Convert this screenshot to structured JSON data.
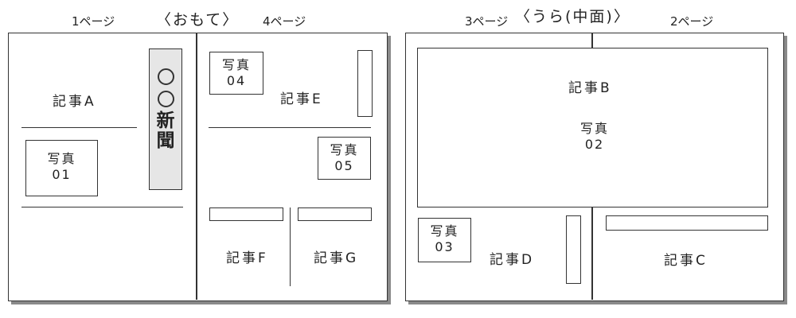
{
  "headers": {
    "page1": "1ページ",
    "front_title": "〈おもて〉",
    "page4": "4ページ",
    "page3": "3ページ",
    "back_title": "〈うら(中面)〉",
    "page2": "2ページ"
  },
  "front": {
    "masthead": {
      "mark1": "〇",
      "mark2": "〇",
      "char1": "新",
      "char2": "聞"
    },
    "article_a": "記事A",
    "photo01": {
      "line1": "写真",
      "line2": "01"
    },
    "photo04": {
      "line1": "写真",
      "line2": "04"
    },
    "article_e": "記事E",
    "photo05": {
      "line1": "写真",
      "line2": "05"
    },
    "article_f": "記事F",
    "article_g": "記事G"
  },
  "back": {
    "article_b": "記事B",
    "photo02": {
      "line1": "写真",
      "line2": "02"
    },
    "photo03": {
      "line1": "写真",
      "line2": "03"
    },
    "article_d": "記事D",
    "article_c": "記事C"
  }
}
